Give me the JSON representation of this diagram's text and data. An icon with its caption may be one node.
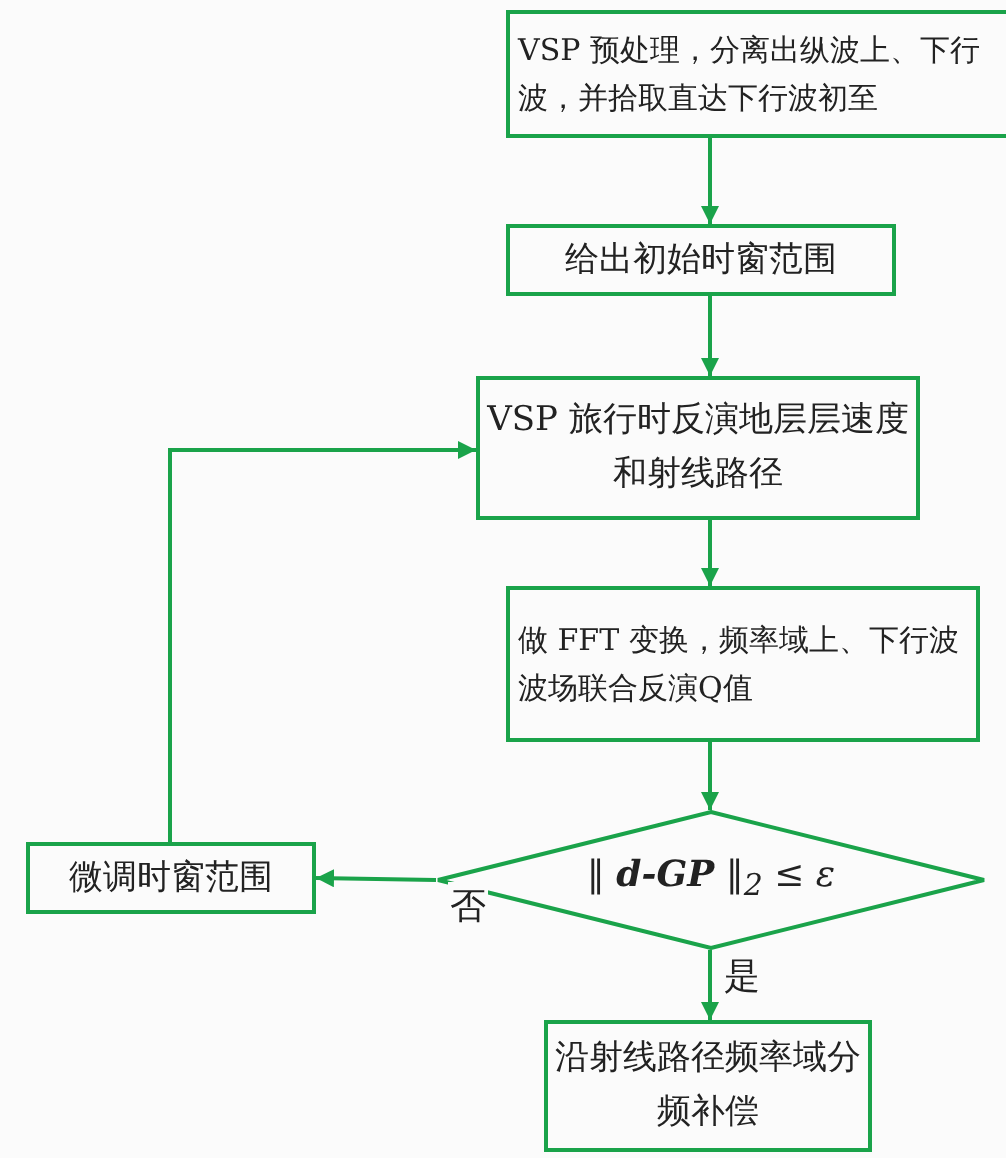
{
  "diagram": {
    "nodes": [
      {
        "text": [
          "VSP 预处理，分离出纵波上、下行波，并拾取直达下行波初至"
        ]
      },
      {
        "text": [
          "给出初始时窗范围"
        ]
      },
      {
        "text": [
          "VSP 旅行时反演地层层速度和射线路径"
        ]
      },
      {
        "text": [
          "做 FFT 变换，频率域上、下行波波场联合反演Q值"
        ]
      },
      {
        "text": [
          "‖ **d-GP** ‖$_{2}$ ≤ ε"
        ]
      },
      {
        "text": [
          "微调时窗范围"
        ]
      },
      {
        "text": [
          "沿射线路径频率域分频补偿"
        ]
      }
    ],
    "edges": [
      {
        "from": 0,
        "to": 1,
        "arrow": "to"
      },
      {
        "from": 1,
        "to": 2,
        "arrow": "to"
      },
      {
        "from": 2,
        "to": 3,
        "arrow": "to"
      },
      {
        "from": 3,
        "to": 4,
        "arrow": "to"
      },
      {
        "from": 4,
        "to": 5,
        "arrow": "to",
        "label": "否"
      },
      {
        "from": 5,
        "to": 2,
        "arrow": "to"
      },
      {
        "from": 4,
        "to": 6,
        "arrow": "to",
        "label": "是"
      }
    ]
  }
}
